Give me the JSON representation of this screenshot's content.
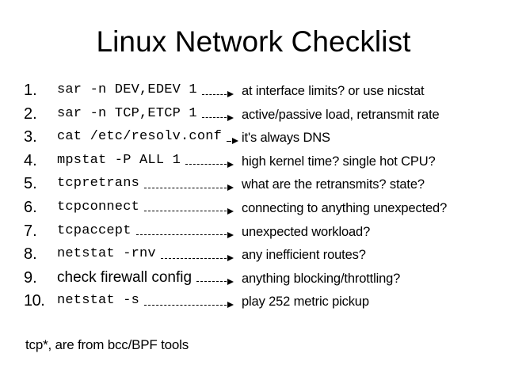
{
  "slide": {
    "title": "Linux Network Checklist",
    "background_color": "#ffffff",
    "text_color": "#000000",
    "footnote": "tcp*, are from bcc/BPF tools"
  },
  "checklist": {
    "items": [
      {
        "number": "1.",
        "command": "sar -n DEV,EDEV 1",
        "command_font": "mono",
        "connector": "--▸",
        "connector_dashes": 2,
        "description": "at interface limits? or use nicstat"
      },
      {
        "number": "2.",
        "command": "sar -n TCP,ETCP 1",
        "command_font": "mono",
        "connector": "--▸",
        "connector_dashes": 2,
        "description": "active/passive load, retransmit rate"
      },
      {
        "number": "3.",
        "command": "cat /etc/resolv.conf",
        "command_font": "mono",
        "connector": "-▸",
        "connector_dashes": 1,
        "description": "it's always DNS"
      },
      {
        "number": "4.",
        "command": "mpstat -P ALL 1",
        "command_font": "mono",
        "connector": "--▸",
        "connector_dashes": 2,
        "description": "high kernel time? single hot CPU?"
      },
      {
        "number": "5.",
        "command": "tcpretrans",
        "command_font": "mono",
        "connector": "---------▸",
        "connector_dashes": 9,
        "description": "what are the retransmits? state?"
      },
      {
        "number": "6.",
        "command": "tcpconnect",
        "command_font": "mono",
        "connector": "----------▸",
        "connector_dashes": 10,
        "description": "connecting to anything unexpected?"
      },
      {
        "number": "7.",
        "command": "tcpaccept",
        "command_font": "mono",
        "connector": "----------▸",
        "connector_dashes": 10,
        "description": "unexpected workload?"
      },
      {
        "number": "8.",
        "command": "netstat -rnv",
        "command_font": "mono",
        "connector": "------▸",
        "connector_dashes": 6,
        "description": "any inefficient routes?"
      },
      {
        "number": "9.",
        "command": "check firewall config",
        "command_font": "sans",
        "connector": "--▸",
        "connector_dashes": 2,
        "description": "anything blocking/throttling?"
      },
      {
        "number": "10.",
        "command": "netstat -s",
        "command_font": "mono",
        "connector": "---------▸",
        "connector_dashes": 9,
        "description": "play 252 metric pickup"
      }
    ]
  }
}
